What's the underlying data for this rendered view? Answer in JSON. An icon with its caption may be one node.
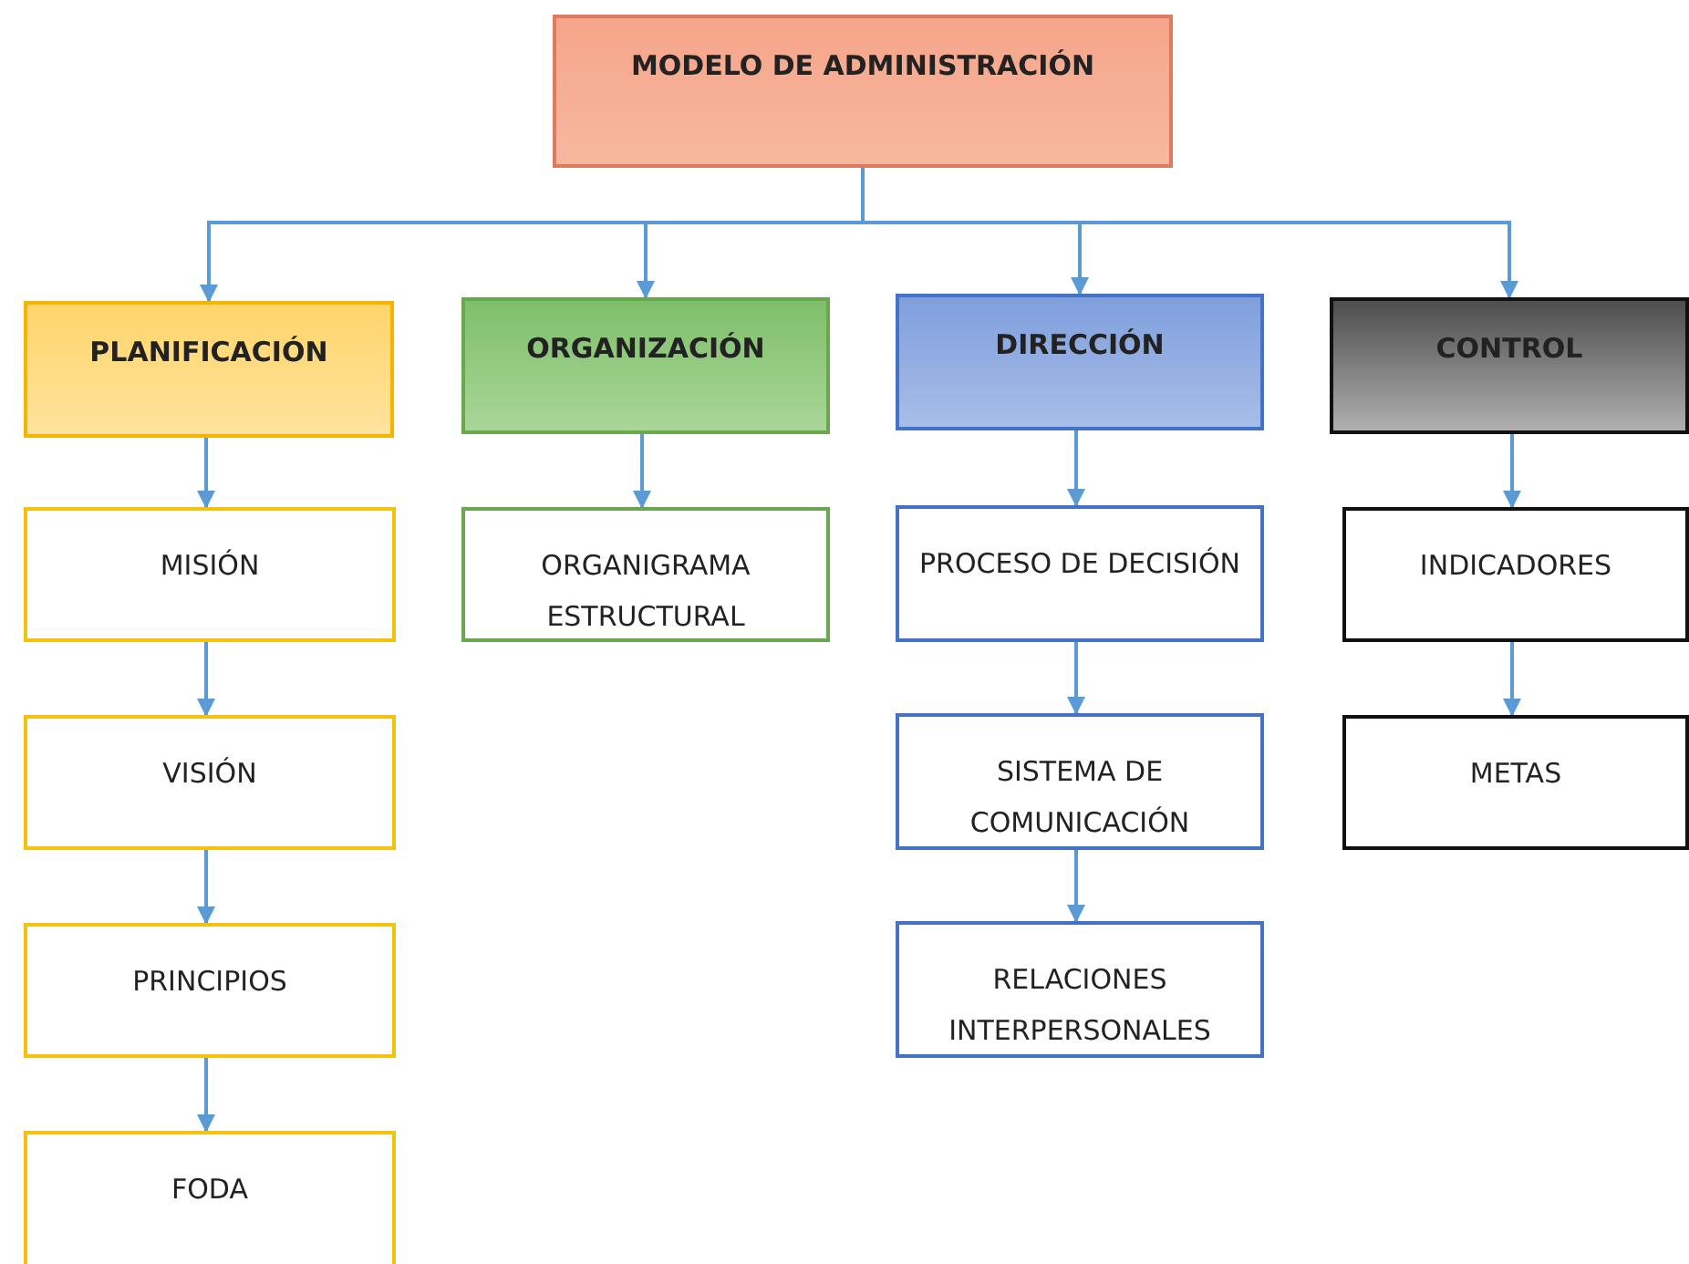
{
  "diagram": {
    "nodes": [
      {
        "text": [
          "MODELO DE ADMINISTRACIÓN"
        ]
      },
      {
        "text": [
          "PLANIFICACIÓN"
        ]
      },
      {
        "text": [
          "ORGANIZACIÓN"
        ]
      },
      {
        "text": [
          "DIRECCIÓN"
        ]
      },
      {
        "text": [
          "CONTROL"
        ]
      },
      {
        "text": [
          "MISIÓN"
        ]
      },
      {
        "text": [
          "ORGANIGRAMA ESTRUCTURAL"
        ]
      },
      {
        "text": [
          "PROCESO DE DECISIÓN"
        ]
      },
      {
        "text": [
          "INDICADORES"
        ]
      },
      {
        "text": [
          "VISIÓN"
        ]
      },
      {
        "text": [
          "SISTEMA DE COMUNICACIÓN"
        ]
      },
      {
        "text": [
          "METAS"
        ]
      },
      {
        "text": [
          "PRINCIPIOS"
        ]
      },
      {
        "text": [
          "RELACIONES INTERPERSONALES"
        ]
      },
      {
        "text": [
          "FODA"
        ]
      }
    ],
    "edges": [
      {
        "from": 0,
        "to": 1,
        "arrow": "to"
      },
      {
        "from": 0,
        "to": 2,
        "arrow": "to"
      },
      {
        "from": 0,
        "to": 3,
        "arrow": "to"
      },
      {
        "from": 0,
        "to": 4,
        "arrow": "to"
      },
      {
        "from": 1,
        "to": 5,
        "arrow": "to"
      },
      {
        "from": 5,
        "to": 9,
        "arrow": "to"
      },
      {
        "from": 9,
        "to": 12,
        "arrow": "to"
      },
      {
        "from": 12,
        "to": 14,
        "arrow": "to"
      },
      {
        "from": 2,
        "to": 6,
        "arrow": "to"
      },
      {
        "from": 3,
        "to": 7,
        "arrow": "to"
      },
      {
        "from": 7,
        "to": 10,
        "arrow": "to"
      },
      {
        "from": 10,
        "to": 13,
        "arrow": "to"
      },
      {
        "from": 4,
        "to": 8,
        "arrow": "to"
      },
      {
        "from": 8,
        "to": 11,
        "arrow": "to"
      }
    ]
  }
}
